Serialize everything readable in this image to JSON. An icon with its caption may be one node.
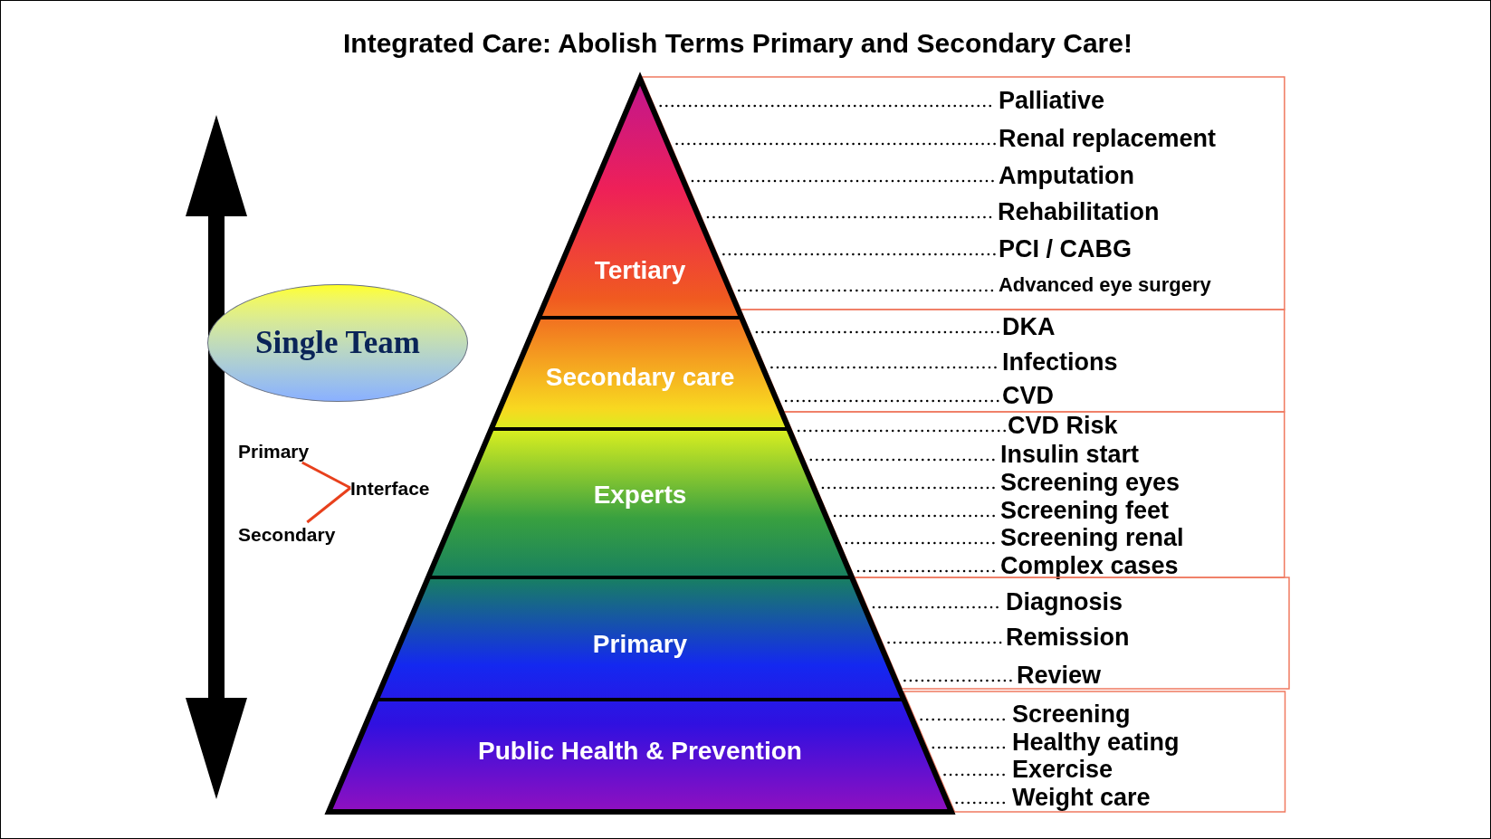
{
  "diagram": {
    "title": "Integrated Care: Abolish Terms Primary and Secondary Care!",
    "nodes": [
      {
        "text": [
          "Single Team"
        ]
      },
      {
        "text": [
          "Primary"
        ]
      },
      {
        "text": [
          "Secondary"
        ]
      },
      {
        "text": [
          "Interface"
        ]
      },
      {
        "text": [
          "Tertiary"
        ]
      },
      {
        "text": [
          "Secondary care"
        ]
      },
      {
        "text": [
          "Experts"
        ]
      },
      {
        "text": [
          "Primary"
        ]
      },
      {
        "text": [
          "Public Health & Prevention"
        ]
      },
      {
        "text": [],
        "shape": "box"
      },
      {
        "text": [
          "Palliative"
        ],
        "in": 9
      },
      {
        "text": [
          "Renal replacement"
        ],
        "in": 9
      },
      {
        "text": [
          "Amputation"
        ],
        "in": 9
      },
      {
        "text": [
          "Rehabilitation"
        ],
        "in": 9
      },
      {
        "text": [
          "PCI / CABG"
        ],
        "in": 9
      },
      {
        "text": [
          "Advanced eye surgery"
        ],
        "in": 9
      },
      {
        "text": [],
        "shape": "box"
      },
      {
        "text": [
          "DKA"
        ],
        "in": 16
      },
      {
        "text": [
          "Infections"
        ],
        "in": 16
      },
      {
        "text": [
          "CVD"
        ],
        "in": 16
      },
      {
        "text": [],
        "shape": "box"
      },
      {
        "text": [
          "CVD Risk"
        ],
        "in": 20
      },
      {
        "text": [
          "Insulin start"
        ],
        "in": 20
      },
      {
        "text": [
          "Screening eyes"
        ],
        "in": 20
      },
      {
        "text": [
          "Screening feet"
        ],
        "in": 20
      },
      {
        "text": [
          "Screening renal"
        ],
        "in": 20
      },
      {
        "text": [
          "Complex cases"
        ],
        "in": 20
      },
      {
        "text": [],
        "shape": "box"
      },
      {
        "text": [
          "Diagnosis"
        ],
        "in": 27
      },
      {
        "text": [
          "Remission"
        ],
        "in": 27
      },
      {
        "text": [
          "Review"
        ],
        "in": 27
      },
      {
        "text": [],
        "shape": "box"
      },
      {
        "text": [
          "Screening"
        ],
        "in": 31
      },
      {
        "text": [
          "Healthy eating"
        ],
        "in": 31
      },
      {
        "text": [
          "Exercise"
        ],
        "in": 31
      },
      {
        "text": [
          "Weight care"
        ],
        "in": 31
      }
    ],
    "edges": [
      {
        "from": 1,
        "to": 3,
        "arrow": "none",
        "color": "#e8401c"
      },
      {
        "from": 2,
        "to": 3,
        "arrow": "none",
        "color": "#e8401c"
      },
      {
        "from": 4,
        "to": 10,
        "arrow": "none",
        "style": "dashed"
      },
      {
        "from": 4,
        "to": 11,
        "arrow": "none",
        "style": "dashed"
      },
      {
        "from": 4,
        "to": 12,
        "arrow": "none",
        "style": "dashed"
      },
      {
        "from": 4,
        "to": 13,
        "arrow": "none",
        "style": "dashed"
      },
      {
        "from": 4,
        "to": 14,
        "arrow": "none",
        "style": "dashed"
      },
      {
        "from": 4,
        "to": 15,
        "arrow": "none",
        "style": "dashed"
      },
      {
        "from": 5,
        "to": 17,
        "arrow": "none",
        "style": "dashed"
      },
      {
        "from": 5,
        "to": 18,
        "arrow": "none",
        "style": "dashed"
      },
      {
        "from": 5,
        "to": 19,
        "arrow": "none",
        "style": "dashed"
      },
      {
        "from": 6,
        "to": 21,
        "arrow": "none",
        "style": "dashed"
      },
      {
        "from": 6,
        "to": 22,
        "arrow": "none",
        "style": "dashed"
      },
      {
        "from": 6,
        "to": 23,
        "arrow": "none",
        "style": "dashed"
      },
      {
        "from": 6,
        "to": 24,
        "arrow": "none",
        "style": "dashed"
      },
      {
        "from": 6,
        "to": 25,
        "arrow": "none",
        "style": "dashed"
      },
      {
        "from": 6,
        "to": 26,
        "arrow": "none",
        "style": "dashed"
      },
      {
        "from": 7,
        "to": 28,
        "arrow": "none",
        "style": "dashed"
      },
      {
        "from": 7,
        "to": 29,
        "arrow": "none",
        "style": "dashed"
      },
      {
        "from": 7,
        "to": 30,
        "arrow": "none",
        "style": "dashed"
      },
      {
        "from": 8,
        "to": 32,
        "arrow": "none",
        "style": "dashed"
      },
      {
        "from": 8,
        "to": 33,
        "arrow": "none",
        "style": "dashed"
      },
      {
        "from": 8,
        "to": 34,
        "arrow": "none",
        "style": "dashed"
      },
      {
        "from": 8,
        "to": 35,
        "arrow": "none",
        "style": "dashed"
      }
    ]
  }
}
